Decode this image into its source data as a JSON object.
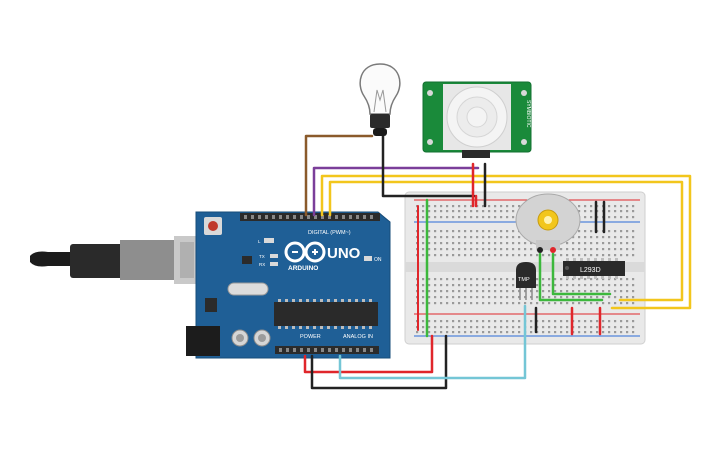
{
  "arduino": {
    "logo_text": "UNO",
    "brand_text": "ARDUINO",
    "digital_label": "DIGITAL (PWM~)",
    "power_label": "POWER",
    "analog_label": "ANALOG IN",
    "on_label": "ON",
    "tx_label": "TX",
    "rx_label": "RX",
    "l_label": "L",
    "board_color": "#1f5f96"
  },
  "pir_sensor": {
    "board_color": "#1a8a3a",
    "side_text": "SYMBIOTIC"
  },
  "driver_chip": {
    "label": "L293D"
  },
  "temp_sensor": {
    "label": "TMP"
  },
  "wire_colors": {
    "red": "#e0262b",
    "black": "#222222",
    "green": "#3cb83c",
    "yellow": "#f2c61c",
    "purple": "#7b3e9a",
    "brown": "#8a5a2b",
    "cyan": "#74c6d6"
  },
  "components": [
    "light-bulb",
    "pir-motion-sensor",
    "dc-motor",
    "temperature-sensor",
    "motor-driver-ic",
    "arduino-uno",
    "usb-cable",
    "breadboard"
  ]
}
